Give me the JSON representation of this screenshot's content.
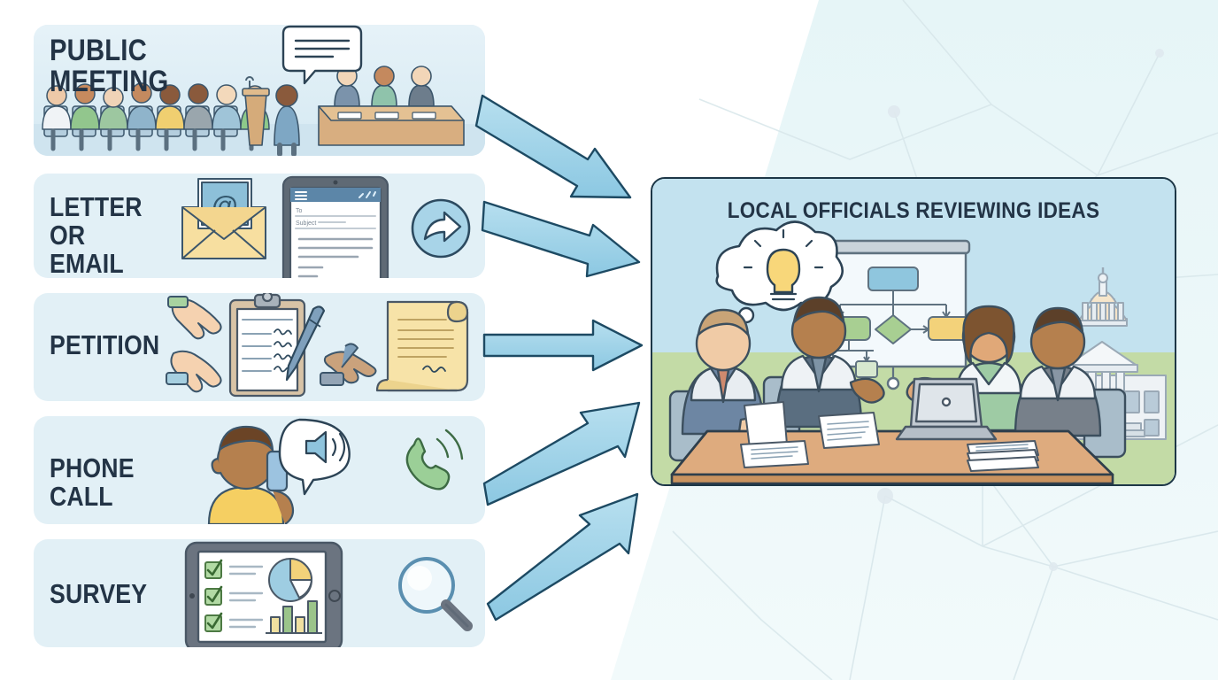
{
  "meta": {
    "kind": "process-diagram",
    "description": "Ways the public contacts local government flow into officials reviewing ideas"
  },
  "palette": {
    "card_bg": "#e2f0f6",
    "card_bg_top": "#ddeef7",
    "label_text": "#233446",
    "arrow_fill": "#9ed4ea",
    "arrow_stroke": "#1d4a63",
    "panel_bg": "#cfe6f0",
    "panel_border": "#1d3747",
    "page_bg": "#ffffff",
    "bg_wedge": "#e8f6f7",
    "grass_green": "#bcd9a3",
    "table_wood": "#d6a277",
    "paper_yellow": "#f7e3a8",
    "accent_green": "#9bc48a",
    "accent_yellow": "#f3d27a",
    "accent_blue": "#8fc6de"
  },
  "channels": [
    {
      "id": "public-meeting",
      "label": "PUBLIC MEETING",
      "icons": [
        "audience-icon",
        "speaker-podium-icon",
        "panel-table-icon",
        "speech-bubble-icon"
      ]
    },
    {
      "id": "letter-or-email",
      "label": "LETTER\nOR EMAIL",
      "icons": [
        "envelope-at-icon",
        "tablet-email-icon",
        "send-arrow-icon"
      ],
      "tablet_fields": [
        "To",
        "Subject"
      ]
    },
    {
      "id": "petition",
      "label": "PETITION",
      "icons": [
        "pointing-hand-icon",
        "clipboard-signatures-icon",
        "pen-icon",
        "signing-hand-icon",
        "scroll-document-icon"
      ]
    },
    {
      "id": "phone-call",
      "label": "PHONE CALL",
      "icons": [
        "person-on-phone-icon",
        "speaker-bubble-icon",
        "phone-handset-icon"
      ]
    },
    {
      "id": "survey",
      "label": "SURVEY",
      "icons": [
        "tablet-survey-icon",
        "checkbox-icon",
        "pie-chart-icon",
        "bar-chart-icon",
        "magnifier-icon"
      ]
    }
  ],
  "arrows": [
    {
      "id": "arrow-public-meeting",
      "from": "public-meeting",
      "to": "officials-panel"
    },
    {
      "id": "arrow-letter-or-email",
      "from": "letter-or-email",
      "to": "officials-panel"
    },
    {
      "id": "arrow-petition",
      "from": "petition",
      "to": "officials-panel"
    },
    {
      "id": "arrow-phone-call",
      "from": "phone-call",
      "to": "officials-panel"
    },
    {
      "id": "arrow-survey",
      "from": "survey",
      "to": "officials-panel"
    }
  ],
  "outcome": {
    "id": "officials-panel",
    "title": "LOCAL OFFICIALS REVIEWING IDEAS",
    "icons": [
      "thought-bubble-icon",
      "lightbulb-icon",
      "presentation-board-icon",
      "flowchart-icon",
      "laptop-icon",
      "document-stack-icon",
      "capitol-building-icon",
      "official-person-icon"
    ],
    "people_count": 4,
    "flowchart_nodes": [
      "blue-box",
      "green-box",
      "green-diamond",
      "yellow-box",
      "small-yellow-box",
      "small-green-box"
    ]
  }
}
